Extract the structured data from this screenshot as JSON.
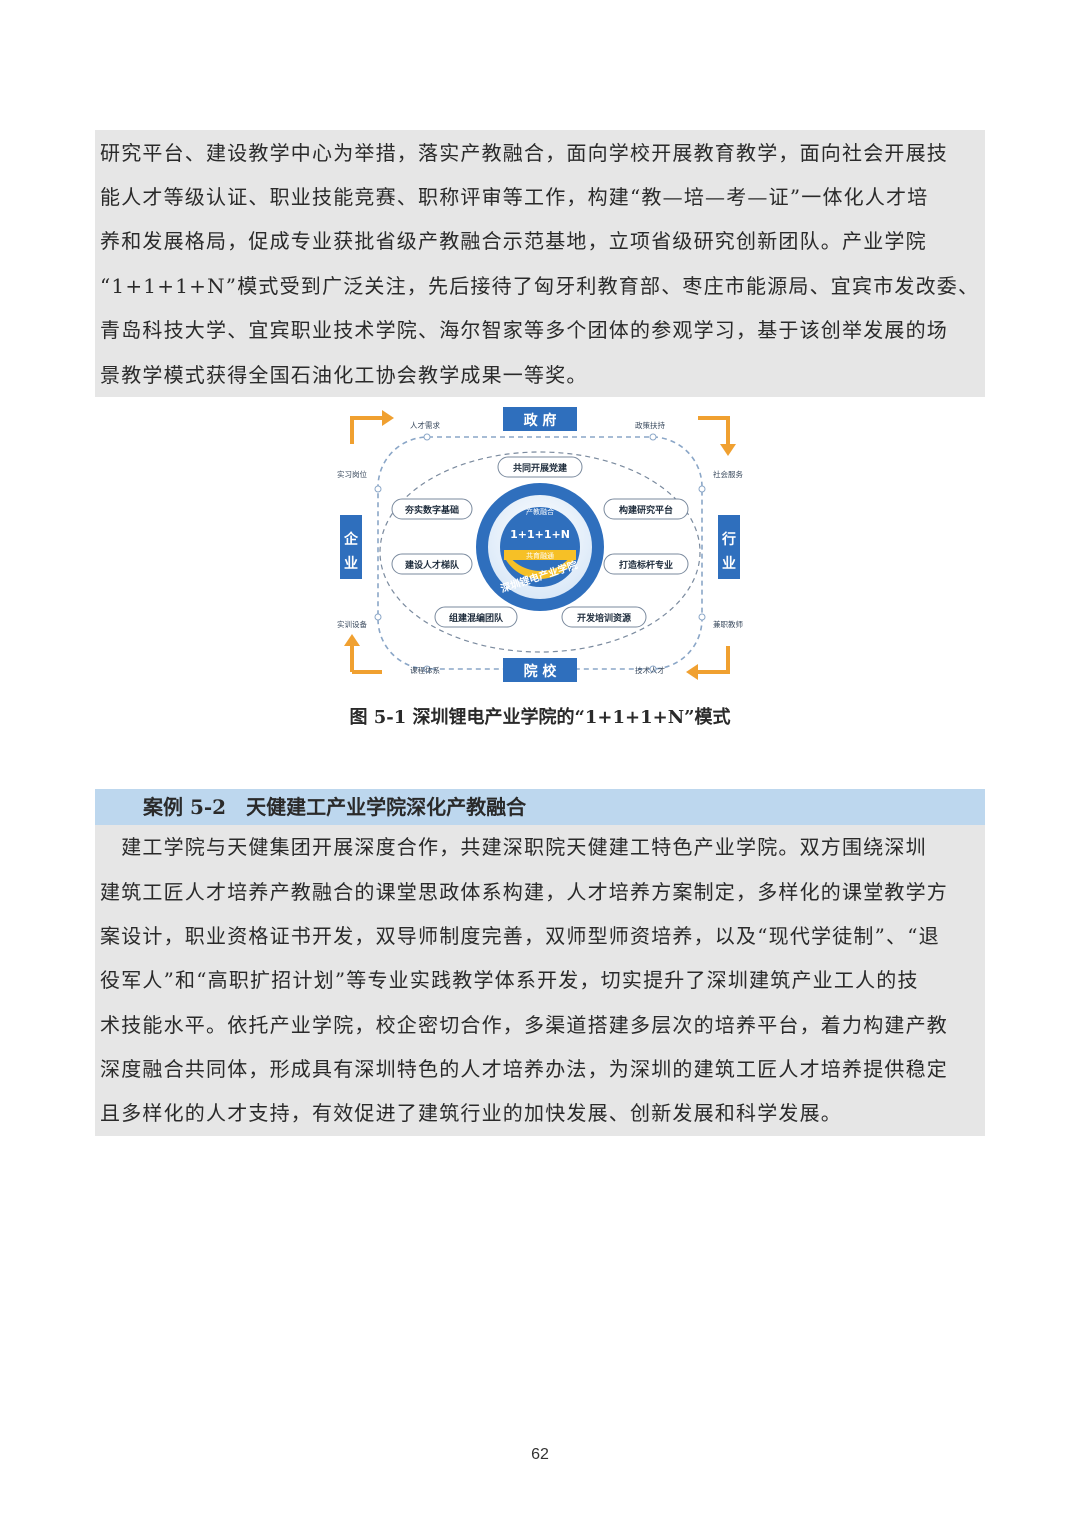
{
  "top_paragraph": {
    "lines": [
      "研究平台、建设教学中心为举措，落实产教融合，面向学校开展教育教学，面向社会开展技",
      "能人才等级认证、职业技能竞赛、职称评审等工作，构建“教—培—考—证”一体化人才培",
      "养和发展格局，促成专业获批省级产教融合示范基地，立项省级研究创新团队。产业学院",
      "“1+1+1+N”模式受到广泛关注，先后接待了匈牙利教育部、枣庄市能源局、宜宾市发改委、",
      "青岛科技大学、宜宾职业技术学院、海尔智家等多个团体的参观学习，基于该创举发展的场",
      "景教学模式获得全国石油化工协会教学成果一等奖。"
    ]
  },
  "diagram": {
    "corners": {
      "top": "政 府",
      "bottom": "院 校",
      "left": [
        "企",
        "业"
      ],
      "right": [
        "行",
        "业"
      ]
    },
    "edge_labels": {
      "talent_demand": "人才需求",
      "policy_support": "政策扶持",
      "internship": "实习岗位",
      "social_service": "社会服务",
      "training_equipment": "实训设备",
      "part_time_teachers": "兼职教师",
      "curriculum": "课程体系",
      "technical_talent": "技术人才"
    },
    "center": {
      "top_arc": "产教融合",
      "model": "1+1+1+N",
      "band": "共育融通",
      "ring": "深圳锂电产业学院"
    },
    "nodes": {
      "party": "共同开展党建",
      "digital": "夯实数字基础",
      "research": "构建研究平台",
      "talent_ladder": "建设人才梯队",
      "benchmark": "打造标杆专业",
      "mixed_team": "组建混编团队",
      "training_resources": "开发培训资源"
    },
    "colors": {
      "blue": "#2f6fbd",
      "orange": "#f0a030",
      "yellow": "#f6c026"
    }
  },
  "figure_caption": "图 5-1 深圳锂电产业学院的“1+1+1+N”模式",
  "case": {
    "title": "案例 5-2　天健建工产业学院深化产教融合",
    "lines": [
      "　建工学院与天健集团开展深度合作，共建深职院天健建工特色产业学院。双方围绕深圳",
      "建筑工匠人才培养产教融合的课堂思政体系构建，人才培养方案制定，多样化的课堂教学方",
      "案设计，职业资格证书开发，双导师制度完善，双师型师资培养，以及“现代学徒制”、“退",
      "役军人”和“高职扩招计划”等专业实践教学体系开发，切实提升了深圳建筑产业工人的技",
      "术技能水平。依托产业学院，校企密切合作，多渠道搭建多层次的培养平台，着力构建产教",
      "深度融合共同体，形成具有深圳特色的人才培养办法，为深圳的建筑工匠人才培养提供稳定",
      "且多样化的人才支持，有效促进了建筑行业的加快发展、创新发展和科学发展。"
    ]
  },
  "page_number": "62"
}
